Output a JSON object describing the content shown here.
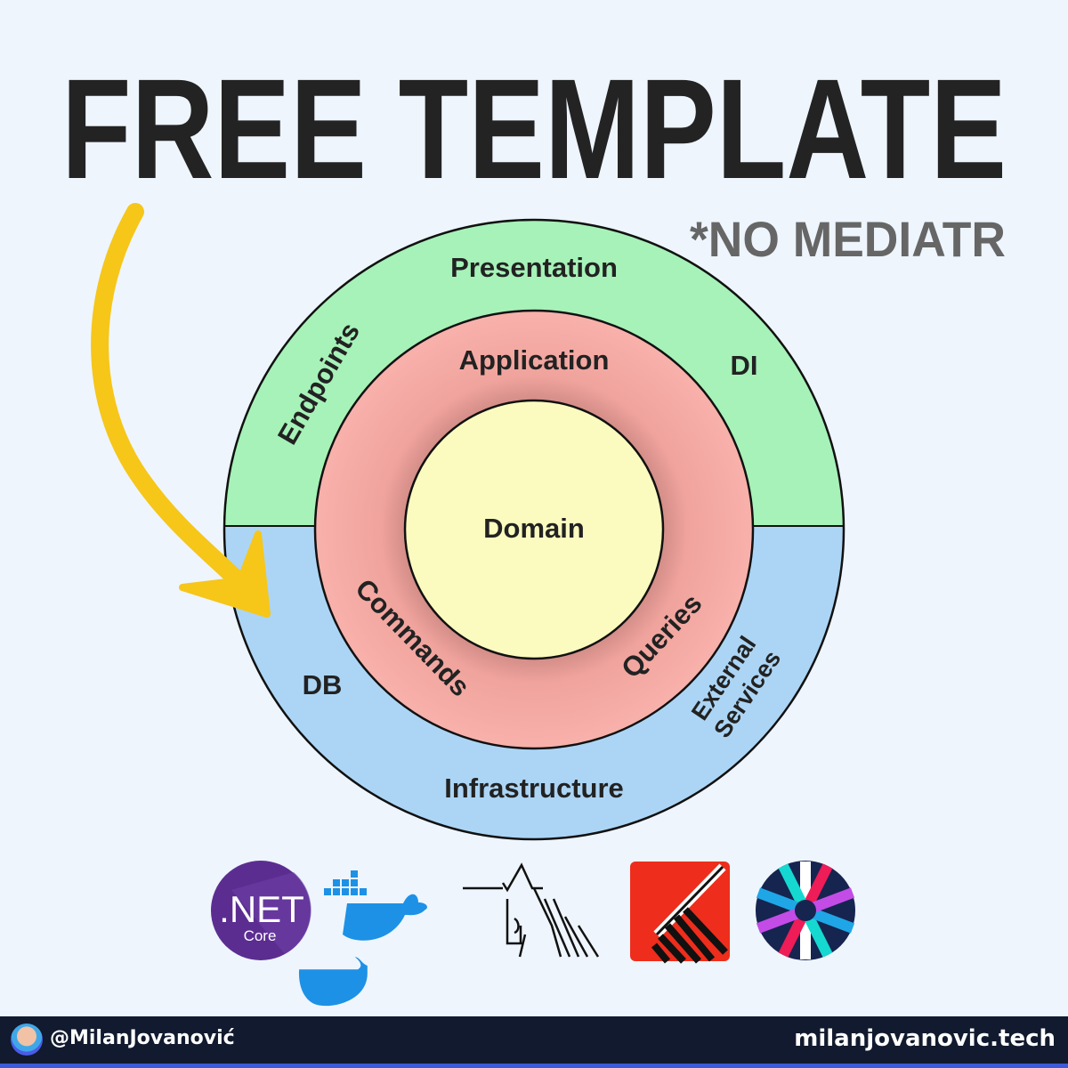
{
  "title": "FREE TEMPLATE",
  "subtitle": "*NO MEDIATR",
  "diagram": {
    "outer_top": "Presentation",
    "outer_top_items": [
      "Endpoints",
      "DI"
    ],
    "middle": "Application",
    "middle_items": [
      "Commands",
      "Queries"
    ],
    "core": "Domain",
    "outer_bottom": "Infrastructure",
    "outer_bottom_items": [
      "DB",
      "External",
      "Services"
    ]
  },
  "logos": {
    "dotnet": {
      "line1": ".NET",
      "line2": "Core"
    },
    "others": [
      "docker-logo",
      "unicorn-logo",
      "needle-logo",
      "wheel-logo"
    ]
  },
  "footer": {
    "handle": "@MilanJovanović",
    "site": "milanjovanovic.tech"
  },
  "colors": {
    "presentation": "#a6f2b8",
    "application": "#f9b1ab",
    "domain": "#fbfbc0",
    "infrastructure": "#acd5f5",
    "arrow": "#f6c619",
    "footer": "#111a2e"
  }
}
